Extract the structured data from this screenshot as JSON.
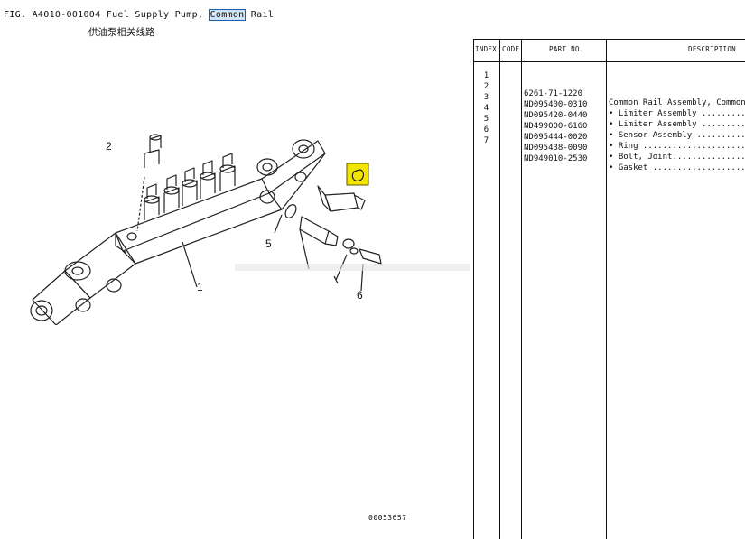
{
  "figure": {
    "prefix": "FIG. A4010-001004 Fuel Supply Pump, ",
    "highlight": "Common",
    "suffix": " Rail",
    "subtitle": "供油泵相关线路",
    "drawing_number": "00053657"
  },
  "callouts": [
    "1",
    "2",
    "5",
    "6"
  ],
  "table": {
    "headers": {
      "index": "INDEX",
      "code": "CODE",
      "part_no": "PART NO.",
      "description": "DESCRIPTION"
    },
    "rows": [
      {
        "index": "1",
        "code": "",
        "part_no": "6261-71-1220",
        "description": "Common Rail Assembly, Common"
      },
      {
        "index": "2",
        "code": "",
        "part_no": "ND095400-0310",
        "description": "• Limiter Assembly ........."
      },
      {
        "index": "3",
        "code": "",
        "part_no": "ND095420-0440",
        "description": "• Limiter Assembly ........."
      },
      {
        "index": "4",
        "code": "",
        "part_no": "ND499000-6160",
        "description": "• Sensor Assembly .........."
      },
      {
        "index": "5",
        "code": "",
        "part_no": "ND095444-0020",
        "description": "• Ring ......................"
      },
      {
        "index": "6",
        "code": "",
        "part_no": "ND095438-0090",
        "description": "• Bolt, Joint..............."
      },
      {
        "index": "7",
        "code": "",
        "part_no": "ND949010-2530",
        "description": "• Gasket ...................."
      }
    ]
  },
  "colors": {
    "highlight_fill": "#cfe3f7",
    "highlight_border": "#1a5fb0",
    "sensor_tag": "#f2e600"
  },
  "icons": [
    "sensor-tag-icon"
  ]
}
